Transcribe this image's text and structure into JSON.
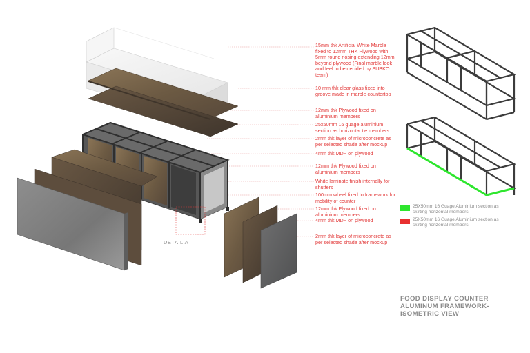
{
  "annotations": [
    {
      "id": "marble",
      "text": "15mm thk Artificial White Marble fixed to 12mm THK Plywood with 5mm round nosing extending 12mm beyond plywood (Final marble look and feel to be decided by SUBKO team)"
    },
    {
      "id": "glass",
      "text": "10 mm thk clear glass fixed into groove made in marble countertop"
    },
    {
      "id": "plywood-top",
      "text": "12mm thk Plywood fixed on aluminium members"
    },
    {
      "id": "tie",
      "text": "25x50mm 16 guage aluminium section as horizontal tie members"
    },
    {
      "id": "microconcrete-1",
      "text": "2mm thk layer of microconcrete as per selected shade after mockup"
    },
    {
      "id": "mdf-1",
      "text": "4mm thk MDF on plywood"
    },
    {
      "id": "plywood-2",
      "text": "12mm thk Plywood fixed on aluminium members"
    },
    {
      "id": "laminate",
      "text": "White laminate finish internally for shutters"
    },
    {
      "id": "wheel",
      "text": "100mm wheel fixed to framework for mobility of counter"
    },
    {
      "id": "plywood-3",
      "text": "12mm thk Plywood fixed on aluminium members"
    },
    {
      "id": "mdf-2",
      "text": "4mm thk MDF on plywood"
    },
    {
      "id": "microconcrete-2",
      "text": "2mm thk layer of microconcrete as per selected shade after mockup"
    }
  ],
  "legend": [
    {
      "color": "#2ee62e",
      "text": "25X50mm 16 Guage Aluminium section as skirting horizontal members"
    },
    {
      "color": "#e83030",
      "text": "25X50mm 16 Guage Aluminium section as skirting horizontal members"
    }
  ],
  "title": "FOOD DISPLAY COUNTER ALUMINUM FRAMEWORK-ISOMETRIC VIEW",
  "detail_label": "DETAIL A",
  "colors": {
    "annotation_text": "#e23a3a",
    "frame": "#4a4a4a",
    "wood": "#6b5a44",
    "concrete": "#7b7b7b",
    "marble": "#f4f4f4",
    "highlight_green": "#2ee62e"
  }
}
